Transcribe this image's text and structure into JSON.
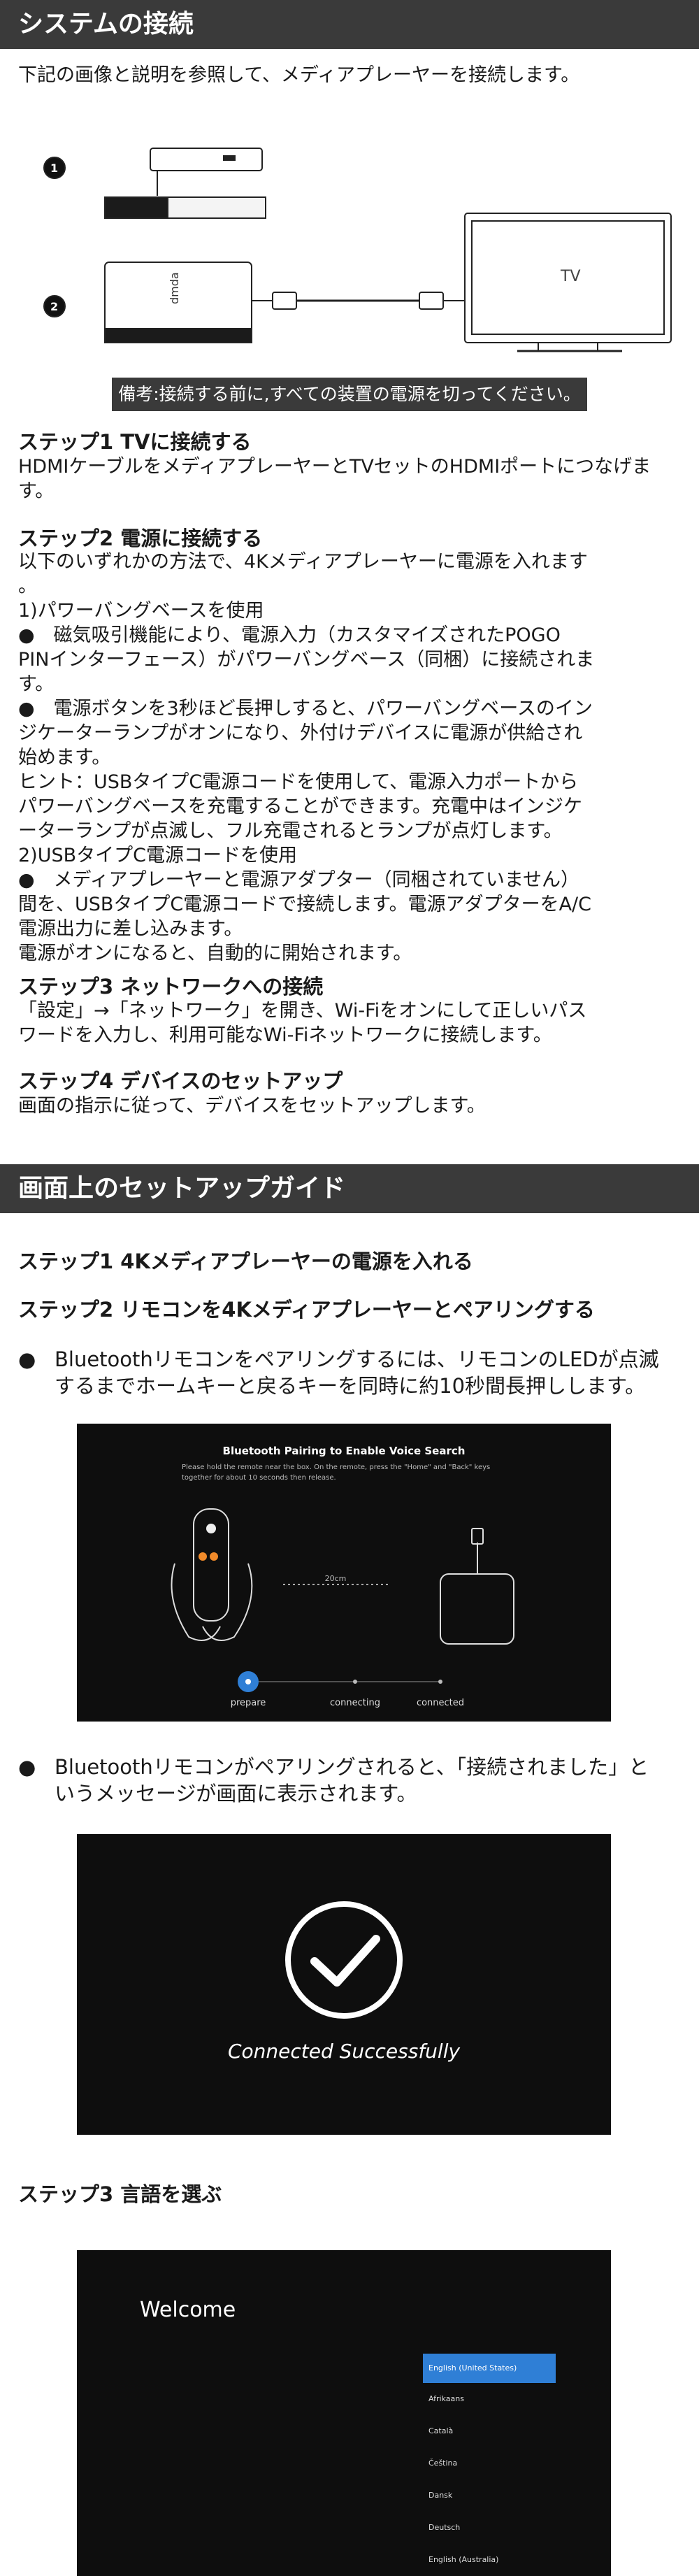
{
  "section1": {
    "title": "システムの接続",
    "intro": "下記の画像と説明を参照して、メディアプレーヤーを接続します。",
    "fig": {
      "num1": "1",
      "num2": "2",
      "tv": "TV",
      "brand": "dmda"
    },
    "note": "備考:接続する前に,すべての装置の電源を切ってください。",
    "step1": {
      "heading": "ステップ1 TVに接続する",
      "body": "HDMIケーブルをメディアプレーヤーとTVセットのHDMIポートにつなげます。"
    },
    "step2": {
      "heading": "ステップ2 電源に接続する",
      "lines": [
        "以下のいずれかの方法で、4Kメディアプレーヤーに電源を入れます",
        "。",
        "1)パワーバングベースを使用",
        "●　磁気吸引機能により、電源入力（カスタマイズされたPOGO",
        "PINインターフェース）がパワーバングベース（同梱）に接続されま",
        "す。",
        "●　電源ボタンを3秒ほど長押しすると、パワーバングベースのイン",
        "ジケーターランプがオンになり、外付けデバイスに電源が供給され",
        "始めます。",
        "ヒント：USBタイプC電源コードを使用して、電源入力ポートから",
        "パワーバングベースを充電することができます。充電中はインジケ",
        "ーターランプが点滅し、フル充電されるとランプが点灯します。",
        "2)USBタイプC電源コードを使用",
        "●　メディアプレーヤーと電源アダプター（同梱されていません）",
        "間を、USBタイプC電源コードで接続します。電源アダプターをA/C",
        "電源出力に差し込みます。",
        "電源がオンになると、自動的に開始されます。"
      ]
    },
    "step3": {
      "heading": "ステップ3 ネットワークへの接続",
      "lines": [
        "「設定」→「ネットワーク」を開き、Wi-Fiをオンにして正しいパス",
        "ワードを入力し、利用可能なWi-Fiネットワークに接続します。"
      ]
    },
    "step4": {
      "heading": "ステップ4 デバイスのセットアップ",
      "body": "画面の指示に従って、デバイスをセットアップします。"
    }
  },
  "section2": {
    "title": "画面上のセットアップガイド",
    "step1": "ステップ1 4Kメディアプレーヤーの電源を入れる",
    "step2": "ステップ2 リモコンを4Kメディアプレーヤーとペアリングする",
    "bullet1": [
      "Bluetoothリモコンをペアリングするには、リモコンのLEDが点滅",
      "するまでホームキーと戻るキーを同時に約10秒間長押しします。"
    ],
    "pairing_screen": {
      "title": "Bluetooth Pairing to Enable Voice Search",
      "desc1": "Please hold the remote near the box. On the remote, press the \"Home\" and \"Back\" keys",
      "desc2": "together for about 10 seconds then release.",
      "distance": "20cm",
      "progress": [
        "prepare",
        "connecting",
        "connected"
      ]
    },
    "bullet2": [
      "Bluetoothリモコンがペアリングされると、「接続されました」と",
      "いうメッセージが画面に表示されます。"
    ],
    "connected_screen": {
      "message": "Connected Successfully"
    },
    "step3": "ステップ3 言語を選ぶ",
    "welcome_screen": {
      "title": "Welcome",
      "languages": [
        "English (United States)",
        "Afrikaans",
        "Català",
        "Čeština",
        "Dansk",
        "Deutsch",
        "English (Australia)"
      ],
      "selected_index": 0
    }
  },
  "colors": {
    "header_bg": "#3a3a3a",
    "screen_bg": "#0e0e0e",
    "accent_blue": "#2f7fd6",
    "orange": "#f08a2a"
  }
}
